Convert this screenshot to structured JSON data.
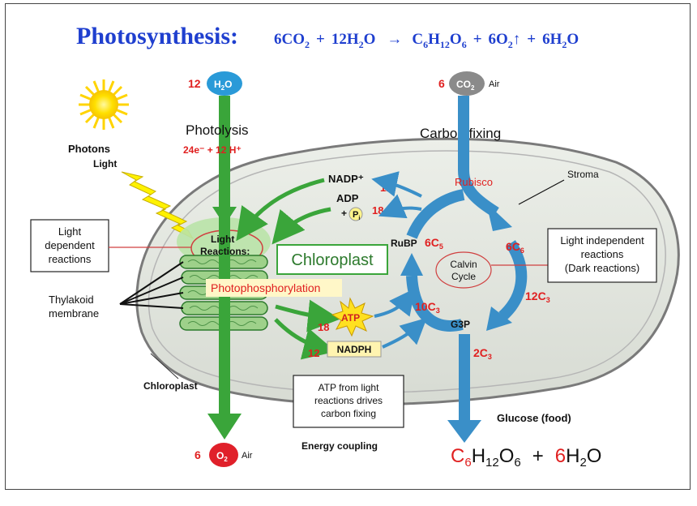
{
  "title": {
    "word": "Photosynthesis:",
    "equation": {
      "r1_coef": "6CO",
      "r1_sub": "2",
      "plus1": "+",
      "r2_coef": "12H",
      "r2_sub": "2",
      "r2_tail": "O",
      "arrow": "→",
      "p1": "C",
      "p1_s1": "6",
      "p1_h": "H",
      "p1_s2": "12",
      "p1_o": "O",
      "p1_s3": "6",
      "plus2": "+",
      "p2": "6O",
      "p2_sub": "2",
      "p2_up": "↑",
      "plus3": "+",
      "p3": "6H",
      "p3_sub": "2",
      "p3_tail": "O"
    }
  },
  "inputs": {
    "h2o_count": "12",
    "h2o_label": "H",
    "h2o_sub": "2",
    "h2o_tail": "O",
    "co2_count": "6",
    "co2_label": "CO",
    "co2_sub": "2",
    "co2_air": "Air",
    "o2_count": "6",
    "o2_label": "O",
    "o2_sub": "2",
    "o2_air": "Air"
  },
  "labels": {
    "photolysis": "Photolysis",
    "photolysis_products": "24e⁻ + 12 H⁺",
    "carbon_fixing": "Carbon fixing",
    "photons": "Photons",
    "light": "Light",
    "stroma": "Stroma",
    "rubisco": "Rubisco",
    "light_reactions_1": "Light",
    "light_reactions_2": "Reactions:",
    "chloroplast_center": "Chloroplast",
    "photophosphorylation": "Photophosphorylation",
    "thylakoid_1": "Thylakoid",
    "thylakoid_2": "membrane",
    "chloroplast_bottom": "Chloroplast",
    "nadp_plus": "NADP⁺",
    "nadp_count": "12",
    "adp": "ADP",
    "adp_count": "18",
    "pi_plus": "+",
    "pi": "P",
    "pi_sub": "i",
    "rubp": "RuBP",
    "rubp_c": "6C",
    "rubp_c_sub": "5",
    "c6": "6C",
    "c6_sub": "6",
    "c12": "12C",
    "c12_sub": "3",
    "c10": "10C",
    "c10_sub": "3",
    "g3p": "G3P",
    "c2": "2C",
    "c2_sub": "3",
    "calvin_1": "Calvin",
    "calvin_2": "Cycle",
    "atp": "ATP",
    "atp_count": "18",
    "nadph": "NADPH",
    "nadph_count": "12",
    "glucose_food": "Glucose (food)",
    "energy_coupling": "Energy coupling"
  },
  "boxes": {
    "light_dependent": [
      "Light",
      "dependent",
      "reactions"
    ],
    "light_independent": [
      "Light independent",
      "reactions",
      "(Dark reactions)"
    ],
    "atp_drives": [
      "ATP from light",
      "reactions drives",
      "carbon fixing"
    ]
  },
  "final_equation": {
    "c": "C",
    "c6": "6",
    "h": "H",
    "h12": "12",
    "o": "O",
    "o6": "6",
    "plus": "+",
    "water_coef": "6",
    "water_h": "H",
    "water_sub": "2",
    "water_o": "O"
  },
  "colors": {
    "title_blue": "#1f3fcf",
    "green_arrow": "#3aa53a",
    "blue_arrow": "#3a8fc8",
    "red_text": "#e02020",
    "h2o_circle": "#2a9ad8",
    "co2_circle": "#8a8a8a",
    "o2_circle": "#e0202a"
  }
}
